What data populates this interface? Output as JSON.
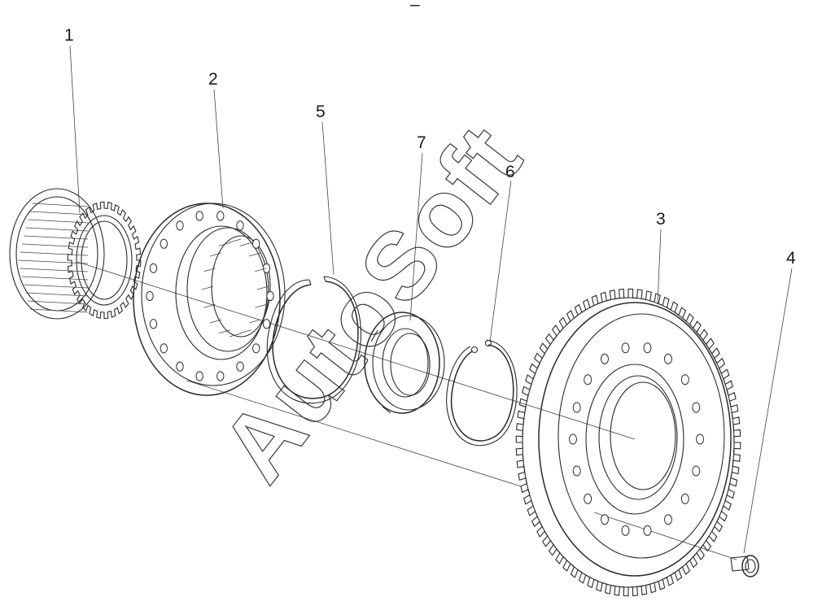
{
  "diagram": {
    "callouts": [
      {
        "id": "1",
        "label": "1"
      },
      {
        "id": "2",
        "label": "2"
      },
      {
        "id": "3",
        "label": "3"
      },
      {
        "id": "4",
        "label": "4"
      },
      {
        "id": "5",
        "label": "5"
      },
      {
        "id": "6",
        "label": "6"
      },
      {
        "id": "7",
        "label": "7"
      }
    ],
    "watermark": "AutoSoft",
    "top_mark": "ˋ–"
  },
  "colors": {
    "line": "#2a2a2a",
    "background": "#ffffff"
  }
}
